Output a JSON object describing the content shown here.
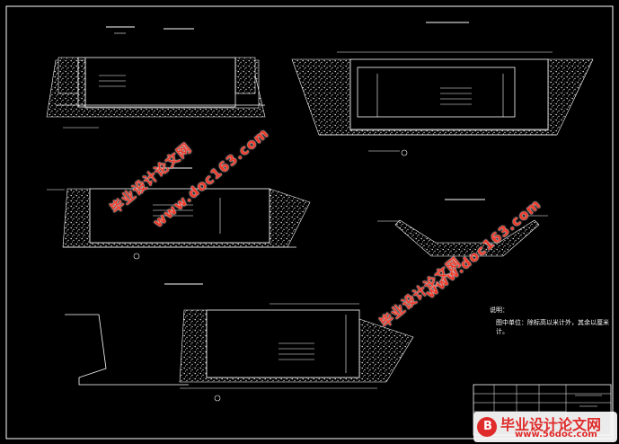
{
  "watermark": {
    "cn_text": "毕业设计论文网",
    "url_text": "www.doc163.com"
  },
  "notes": {
    "heading": "说明：",
    "line1": "图中单位：除标高以米计外，其余以厘米计。"
  },
  "footer": {
    "brand_cn": "毕业设计论文网",
    "brand_url": "www.56doc.com",
    "logo_mark": "B"
  },
  "colors": {
    "background": "#000000",
    "linework": "#ffffff",
    "fill_hatch": "#d9d9d9",
    "watermark": "#f03a2a"
  }
}
